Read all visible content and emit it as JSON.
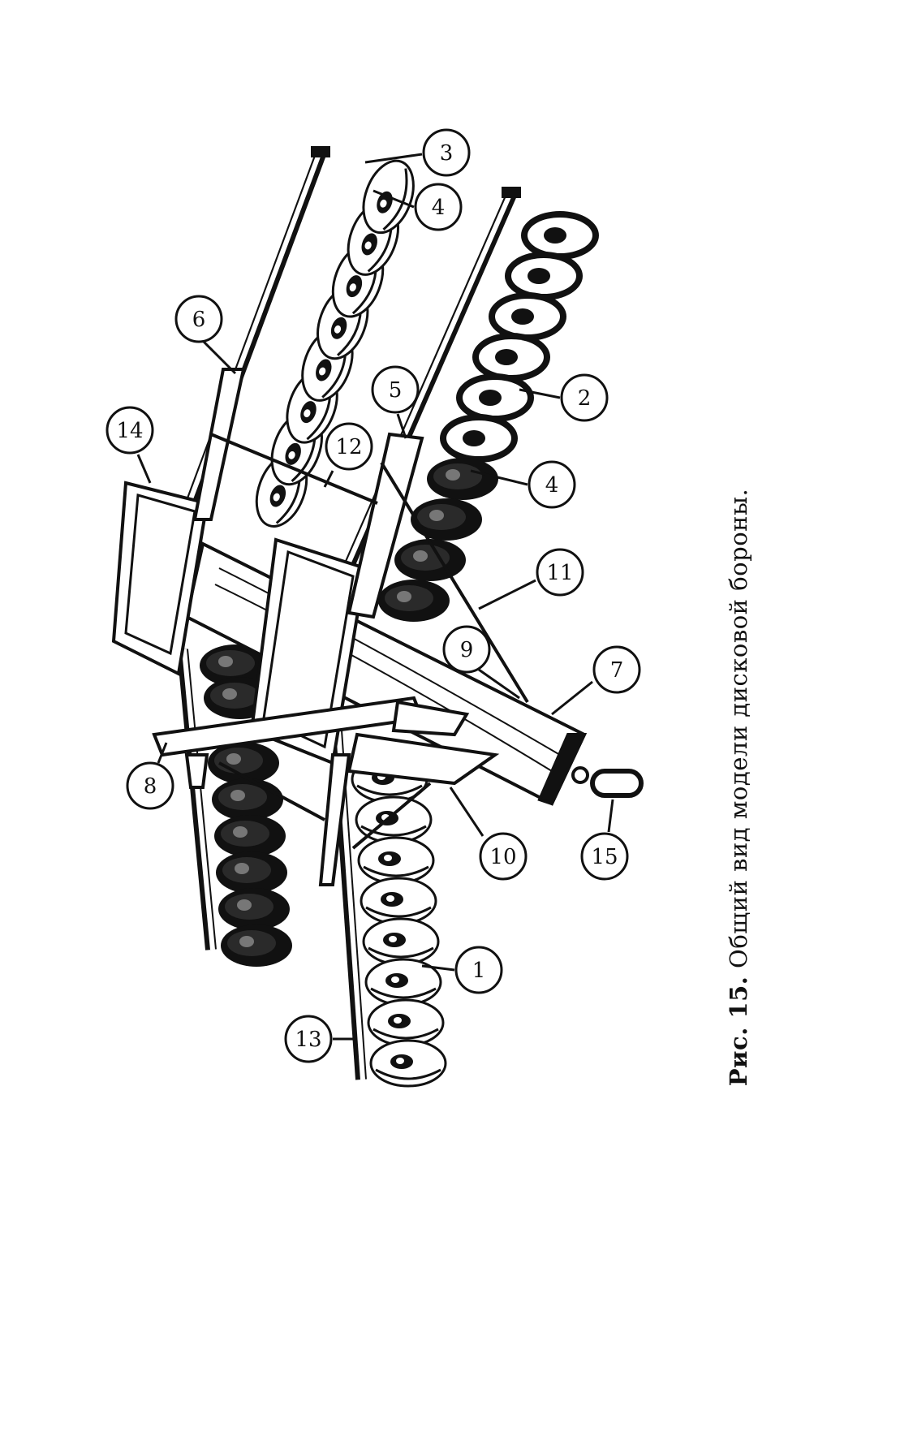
{
  "caption": {
    "prefix": "Рис. 15.",
    "text": "Общий вид модели дисковой бороны."
  },
  "callouts": [
    "1",
    "2",
    "3",
    "4",
    "4",
    "5",
    "6",
    "7",
    "8",
    "9",
    "10",
    "11",
    "12",
    "13",
    "14",
    "15"
  ],
  "colors": {
    "ink": "#111111",
    "paper": "#ffffff"
  }
}
